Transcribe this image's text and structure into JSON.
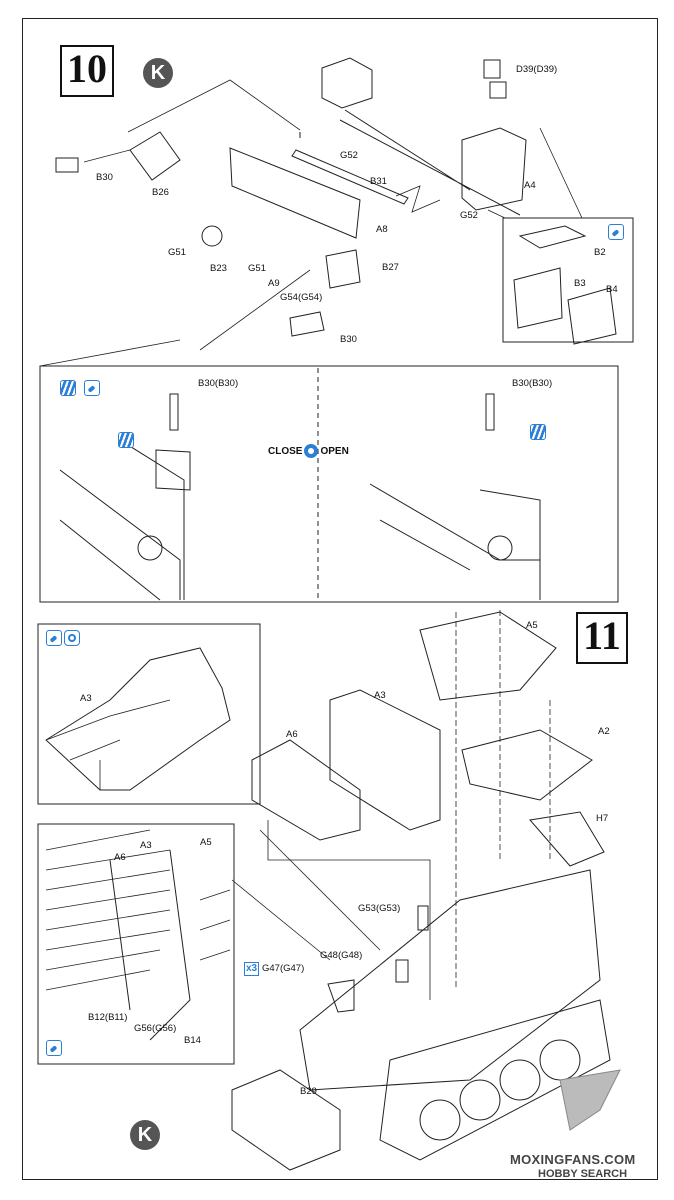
{
  "steps": {
    "step10": "10",
    "step11": "11"
  },
  "markers": {
    "k": "K"
  },
  "close_open": {
    "close": "CLOSE",
    "open": "OPEN"
  },
  "quantity_badge": "x3",
  "labels": {
    "d39": "D39(D39)",
    "b30_top": "B30",
    "b26": "B26",
    "g52_a": "G52",
    "b31": "B31",
    "a4": "A4",
    "g52_b": "G52",
    "a8": "A8",
    "g51_a": "G51",
    "b23": "B23",
    "g51_b": "G51",
    "a9": "A9",
    "g54": "G54(G54)",
    "b27": "B27",
    "b30_bottom": "B30",
    "b2": "B2",
    "b3": "B3",
    "b4": "B4",
    "b30_close": "B30(B30)",
    "b30_open": "B30(B30)",
    "a5_main": "A5",
    "a3_inset": "A3",
    "a3_main": "A3",
    "a6_main": "A6",
    "a2": "A2",
    "h7": "H7",
    "a3_detail": "A3",
    "a6_detail": "A6",
    "a5_detail": "A5",
    "g53": "G53(G53)",
    "g48": "G48(G48)",
    "g47": "G47(G47)",
    "b12": "B12(B11)",
    "g56": "G56(G56)",
    "b14": "B14",
    "b29": "B29"
  },
  "watermark": {
    "line1": "MOXINGFANS.COM",
    "line2": "HOBBY SEARCH"
  },
  "icons": {
    "glue": "glue-icon",
    "paint": "paint-icon",
    "turn": "rotate-view-icon"
  },
  "colors": {
    "accent": "#2d7fd6",
    "ink": "#111111",
    "watermark": "#555555"
  }
}
